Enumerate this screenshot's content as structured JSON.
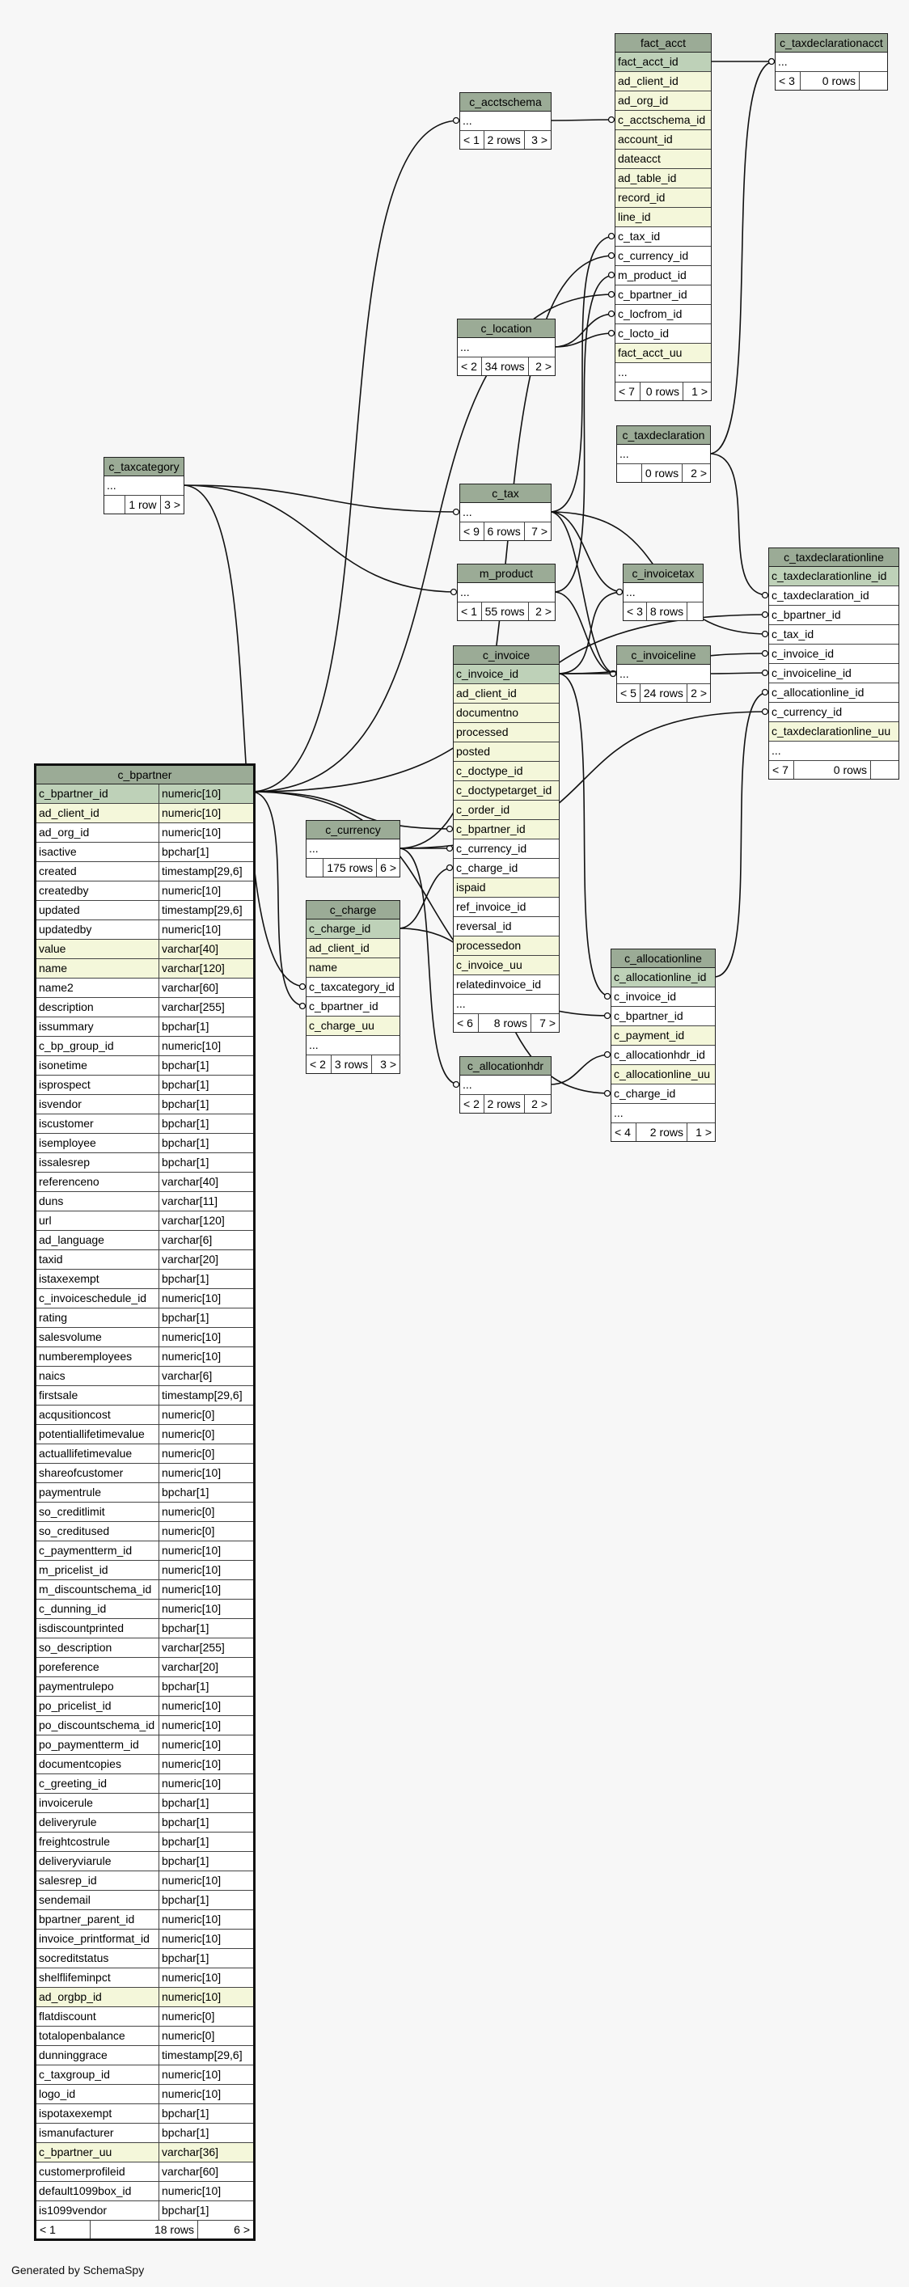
{
  "credit": "Generated by SchemaSpy",
  "tables": [
    {
      "key": "fact_acct",
      "name": "fact_acct",
      "cols": [
        {
          "n": "fact_acct_id",
          "t": "pk"
        },
        {
          "n": "ad_client_id",
          "t": "fk"
        },
        {
          "n": "ad_org_id",
          "t": "fk"
        },
        {
          "n": "c_acctschema_id",
          "t": "fk"
        },
        {
          "n": "account_id",
          "t": "fk"
        },
        {
          "n": "dateacct",
          "t": "fk"
        },
        {
          "n": "ad_table_id",
          "t": "fk"
        },
        {
          "n": "record_id",
          "t": "fk"
        },
        {
          "n": "line_id",
          "t": "fk"
        },
        {
          "n": "c_tax_id",
          "t": ""
        },
        {
          "n": "c_currency_id",
          "t": ""
        },
        {
          "n": "m_product_id",
          "t": ""
        },
        {
          "n": "c_bpartner_id",
          "t": ""
        },
        {
          "n": "c_locfrom_id",
          "t": ""
        },
        {
          "n": "c_locto_id",
          "t": ""
        },
        {
          "n": "fact_acct_uu",
          "t": "fk"
        },
        {
          "n": "...",
          "t": "ell"
        }
      ],
      "foot": {
        "parents": "< 7",
        "rows": "0 rows",
        "children": "1 >"
      }
    },
    {
      "key": "c_taxdeclarationacct",
      "name": "c_taxdeclarationacct",
      "cols": [
        {
          "n": "...",
          "t": "ell"
        }
      ],
      "foot": {
        "parents": "< 3",
        "rows": "0 rows",
        "children": ""
      }
    },
    {
      "key": "c_acctschema",
      "name": "c_acctschema",
      "cols": [
        {
          "n": "...",
          "t": "ell"
        }
      ],
      "foot": {
        "parents": "< 1",
        "rows": "2 rows",
        "children": "3 >"
      }
    },
    {
      "key": "c_location",
      "name": "c_location",
      "cols": [
        {
          "n": "...",
          "t": "ell"
        }
      ],
      "foot": {
        "parents": "< 2",
        "rows": "34 rows",
        "children": "2 >"
      }
    },
    {
      "key": "c_taxdeclaration",
      "name": "c_taxdeclaration",
      "cols": [
        {
          "n": "...",
          "t": "ell"
        }
      ],
      "foot": {
        "parents": "",
        "rows": "0 rows",
        "children": "2 >"
      }
    },
    {
      "key": "c_taxcategory",
      "name": "c_taxcategory",
      "cols": [
        {
          "n": "...",
          "t": "ell"
        }
      ],
      "foot": {
        "parents": "",
        "rows": "1 row",
        "children": "3 >"
      }
    },
    {
      "key": "c_tax",
      "name": "c_tax",
      "cols": [
        {
          "n": "...",
          "t": "ell"
        }
      ],
      "foot": {
        "parents": "< 9",
        "rows": "6 rows",
        "children": "7 >"
      }
    },
    {
      "key": "m_product",
      "name": "m_product",
      "cols": [
        {
          "n": "...",
          "t": "ell"
        }
      ],
      "foot": {
        "parents": "< 1",
        "rows": "55 rows",
        "children": "2 >"
      }
    },
    {
      "key": "c_invoicetax",
      "name": "c_invoicetax",
      "cols": [
        {
          "n": "...",
          "t": "ell"
        }
      ],
      "foot": {
        "parents": "< 3",
        "rows": "8 rows",
        "children": ""
      }
    },
    {
      "key": "c_taxdeclarationline",
      "name": "c_taxdeclarationline",
      "cols": [
        {
          "n": "c_taxdeclarationline_id",
          "t": "pk"
        },
        {
          "n": "c_taxdeclaration_id",
          "t": ""
        },
        {
          "n": "c_bpartner_id",
          "t": ""
        },
        {
          "n": "c_tax_id",
          "t": ""
        },
        {
          "n": "c_invoice_id",
          "t": ""
        },
        {
          "n": "c_invoiceline_id",
          "t": ""
        },
        {
          "n": "c_allocationline_id",
          "t": ""
        },
        {
          "n": "c_currency_id",
          "t": ""
        },
        {
          "n": "c_taxdeclarationline_uu",
          "t": "fk"
        },
        {
          "n": "...",
          "t": "ell"
        }
      ],
      "foot": {
        "parents": "< 7",
        "rows": "0 rows",
        "children": ""
      }
    },
    {
      "key": "c_invoice",
      "name": "c_invoice",
      "cols": [
        {
          "n": "c_invoice_id",
          "t": "pk"
        },
        {
          "n": "ad_client_id",
          "t": "fk"
        },
        {
          "n": "documentno",
          "t": "fk"
        },
        {
          "n": "processed",
          "t": "fk"
        },
        {
          "n": "posted",
          "t": "fk"
        },
        {
          "n": "c_doctype_id",
          "t": "fk"
        },
        {
          "n": "c_doctypetarget_id",
          "t": "fk"
        },
        {
          "n": "c_order_id",
          "t": "fk"
        },
        {
          "n": "c_bpartner_id",
          "t": "fk"
        },
        {
          "n": "c_currency_id",
          "t": ""
        },
        {
          "n": "c_charge_id",
          "t": ""
        },
        {
          "n": "ispaid",
          "t": "fk"
        },
        {
          "n": "ref_invoice_id",
          "t": ""
        },
        {
          "n": "reversal_id",
          "t": ""
        },
        {
          "n": "processedon",
          "t": "fk"
        },
        {
          "n": "c_invoice_uu",
          "t": "fk"
        },
        {
          "n": "relatedinvoice_id",
          "t": ""
        },
        {
          "n": "...",
          "t": "ell"
        }
      ],
      "foot": {
        "parents": "< 6",
        "rows": "8 rows",
        "children": "7 >"
      }
    },
    {
      "key": "c_invoiceline",
      "name": "c_invoiceline",
      "cols": [
        {
          "n": "...",
          "t": "ell"
        }
      ],
      "foot": {
        "parents": "< 5",
        "rows": "24 rows",
        "children": "2 >"
      }
    },
    {
      "key": "c_currency",
      "name": "c_currency",
      "cols": [
        {
          "n": "...",
          "t": "ell"
        }
      ],
      "foot": {
        "parents": "",
        "rows": "175 rows",
        "children": "6 >"
      }
    },
    {
      "key": "c_charge",
      "name": "c_charge",
      "cols": [
        {
          "n": "c_charge_id",
          "t": "pk"
        },
        {
          "n": "ad_client_id",
          "t": "fk"
        },
        {
          "n": "name",
          "t": "fk"
        },
        {
          "n": "c_taxcategory_id",
          "t": ""
        },
        {
          "n": "c_bpartner_id",
          "t": ""
        },
        {
          "n": "c_charge_uu",
          "t": "fk"
        },
        {
          "n": "...",
          "t": "ell"
        }
      ],
      "foot": {
        "parents": "< 2",
        "rows": "3 rows",
        "children": "3 >"
      }
    },
    {
      "key": "c_allocationhdr",
      "name": "c_allocationhdr",
      "cols": [
        {
          "n": "...",
          "t": "ell"
        }
      ],
      "foot": {
        "parents": "< 2",
        "rows": "2 rows",
        "children": "2 >"
      }
    },
    {
      "key": "c_allocationline",
      "name": "c_allocationline",
      "cols": [
        {
          "n": "c_allocationline_id",
          "t": "pk"
        },
        {
          "n": "c_invoice_id",
          "t": ""
        },
        {
          "n": "c_bpartner_id",
          "t": ""
        },
        {
          "n": "c_payment_id",
          "t": "fk"
        },
        {
          "n": "c_allocationhdr_id",
          "t": ""
        },
        {
          "n": "c_allocationline_uu",
          "t": "fk"
        },
        {
          "n": "c_charge_id",
          "t": ""
        },
        {
          "n": "...",
          "t": "ell"
        }
      ],
      "foot": {
        "parents": "< 4",
        "rows": "2 rows",
        "children": "1 >"
      }
    },
    {
      "key": "c_bpartner",
      "name": "c_bpartner",
      "big": true,
      "cols": [
        {
          "n": "c_bpartner_id",
          "ty": "numeric[10]",
          "t": "pk"
        },
        {
          "n": "ad_client_id",
          "ty": "numeric[10]",
          "t": "fk"
        },
        {
          "n": "ad_org_id",
          "ty": "numeric[10]",
          "t": ""
        },
        {
          "n": "isactive",
          "ty": "bpchar[1]",
          "t": ""
        },
        {
          "n": "created",
          "ty": "timestamp[29,6]",
          "t": ""
        },
        {
          "n": "createdby",
          "ty": "numeric[10]",
          "t": ""
        },
        {
          "n": "updated",
          "ty": "timestamp[29,6]",
          "t": ""
        },
        {
          "n": "updatedby",
          "ty": "numeric[10]",
          "t": ""
        },
        {
          "n": "value",
          "ty": "varchar[40]",
          "t": "fk"
        },
        {
          "n": "name",
          "ty": "varchar[120]",
          "t": "fk"
        },
        {
          "n": "name2",
          "ty": "varchar[60]",
          "t": ""
        },
        {
          "n": "description",
          "ty": "varchar[255]",
          "t": ""
        },
        {
          "n": "issummary",
          "ty": "bpchar[1]",
          "t": ""
        },
        {
          "n": "c_bp_group_id",
          "ty": "numeric[10]",
          "t": ""
        },
        {
          "n": "isonetime",
          "ty": "bpchar[1]",
          "t": ""
        },
        {
          "n": "isprospect",
          "ty": "bpchar[1]",
          "t": ""
        },
        {
          "n": "isvendor",
          "ty": "bpchar[1]",
          "t": ""
        },
        {
          "n": "iscustomer",
          "ty": "bpchar[1]",
          "t": ""
        },
        {
          "n": "isemployee",
          "ty": "bpchar[1]",
          "t": ""
        },
        {
          "n": "issalesrep",
          "ty": "bpchar[1]",
          "t": ""
        },
        {
          "n": "referenceno",
          "ty": "varchar[40]",
          "t": ""
        },
        {
          "n": "duns",
          "ty": "varchar[11]",
          "t": ""
        },
        {
          "n": "url",
          "ty": "varchar[120]",
          "t": ""
        },
        {
          "n": "ad_language",
          "ty": "varchar[6]",
          "t": ""
        },
        {
          "n": "taxid",
          "ty": "varchar[20]",
          "t": ""
        },
        {
          "n": "istaxexempt",
          "ty": "bpchar[1]",
          "t": ""
        },
        {
          "n": "c_invoiceschedule_id",
          "ty": "numeric[10]",
          "t": ""
        },
        {
          "n": "rating",
          "ty": "bpchar[1]",
          "t": ""
        },
        {
          "n": "salesvolume",
          "ty": "numeric[10]",
          "t": ""
        },
        {
          "n": "numberemployees",
          "ty": "numeric[10]",
          "t": ""
        },
        {
          "n": "naics",
          "ty": "varchar[6]",
          "t": ""
        },
        {
          "n": "firstsale",
          "ty": "timestamp[29,6]",
          "t": ""
        },
        {
          "n": "acqusitioncost",
          "ty": "numeric[0]",
          "t": ""
        },
        {
          "n": "potentiallifetimevalue",
          "ty": "numeric[0]",
          "t": ""
        },
        {
          "n": "actuallifetimevalue",
          "ty": "numeric[0]",
          "t": ""
        },
        {
          "n": "shareofcustomer",
          "ty": "numeric[10]",
          "t": ""
        },
        {
          "n": "paymentrule",
          "ty": "bpchar[1]",
          "t": ""
        },
        {
          "n": "so_creditlimit",
          "ty": "numeric[0]",
          "t": ""
        },
        {
          "n": "so_creditused",
          "ty": "numeric[0]",
          "t": ""
        },
        {
          "n": "c_paymentterm_id",
          "ty": "numeric[10]",
          "t": ""
        },
        {
          "n": "m_pricelist_id",
          "ty": "numeric[10]",
          "t": ""
        },
        {
          "n": "m_discountschema_id",
          "ty": "numeric[10]",
          "t": ""
        },
        {
          "n": "c_dunning_id",
          "ty": "numeric[10]",
          "t": ""
        },
        {
          "n": "isdiscountprinted",
          "ty": "bpchar[1]",
          "t": ""
        },
        {
          "n": "so_description",
          "ty": "varchar[255]",
          "t": ""
        },
        {
          "n": "poreference",
          "ty": "varchar[20]",
          "t": ""
        },
        {
          "n": "paymentrulepo",
          "ty": "bpchar[1]",
          "t": ""
        },
        {
          "n": "po_pricelist_id",
          "ty": "numeric[10]",
          "t": ""
        },
        {
          "n": "po_discountschema_id",
          "ty": "numeric[10]",
          "t": ""
        },
        {
          "n": "po_paymentterm_id",
          "ty": "numeric[10]",
          "t": ""
        },
        {
          "n": "documentcopies",
          "ty": "numeric[10]",
          "t": ""
        },
        {
          "n": "c_greeting_id",
          "ty": "numeric[10]",
          "t": ""
        },
        {
          "n": "invoicerule",
          "ty": "bpchar[1]",
          "t": ""
        },
        {
          "n": "deliveryrule",
          "ty": "bpchar[1]",
          "t": ""
        },
        {
          "n": "freightcostrule",
          "ty": "bpchar[1]",
          "t": ""
        },
        {
          "n": "deliveryviarule",
          "ty": "bpchar[1]",
          "t": ""
        },
        {
          "n": "salesrep_id",
          "ty": "numeric[10]",
          "t": ""
        },
        {
          "n": "sendemail",
          "ty": "bpchar[1]",
          "t": ""
        },
        {
          "n": "bpartner_parent_id",
          "ty": "numeric[10]",
          "t": ""
        },
        {
          "n": "invoice_printformat_id",
          "ty": "numeric[10]",
          "t": ""
        },
        {
          "n": "socreditstatus",
          "ty": "bpchar[1]",
          "t": ""
        },
        {
          "n": "shelflifeminpct",
          "ty": "numeric[10]",
          "t": ""
        },
        {
          "n": "ad_orgbp_id",
          "ty": "numeric[10]",
          "t": "fk"
        },
        {
          "n": "flatdiscount",
          "ty": "numeric[0]",
          "t": ""
        },
        {
          "n": "totalopenbalance",
          "ty": "numeric[0]",
          "t": ""
        },
        {
          "n": "dunninggrace",
          "ty": "timestamp[29,6]",
          "t": ""
        },
        {
          "n": "c_taxgroup_id",
          "ty": "numeric[10]",
          "t": ""
        },
        {
          "n": "logo_id",
          "ty": "numeric[10]",
          "t": ""
        },
        {
          "n": "ispotaxexempt",
          "ty": "bpchar[1]",
          "t": ""
        },
        {
          "n": "ismanufacturer",
          "ty": "bpchar[1]",
          "t": ""
        },
        {
          "n": "c_bpartner_uu",
          "ty": "varchar[36]",
          "t": "fk"
        },
        {
          "n": "customerprofileid",
          "ty": "varchar[60]",
          "t": ""
        },
        {
          "n": "default1099box_id",
          "ty": "numeric[10]",
          "t": ""
        },
        {
          "n": "is1099vendor",
          "ty": "bpchar[1]",
          "t": ""
        }
      ],
      "foot": {
        "parents": "< 1",
        "rows": "18 rows",
        "children": "6 >"
      }
    }
  ]
}
